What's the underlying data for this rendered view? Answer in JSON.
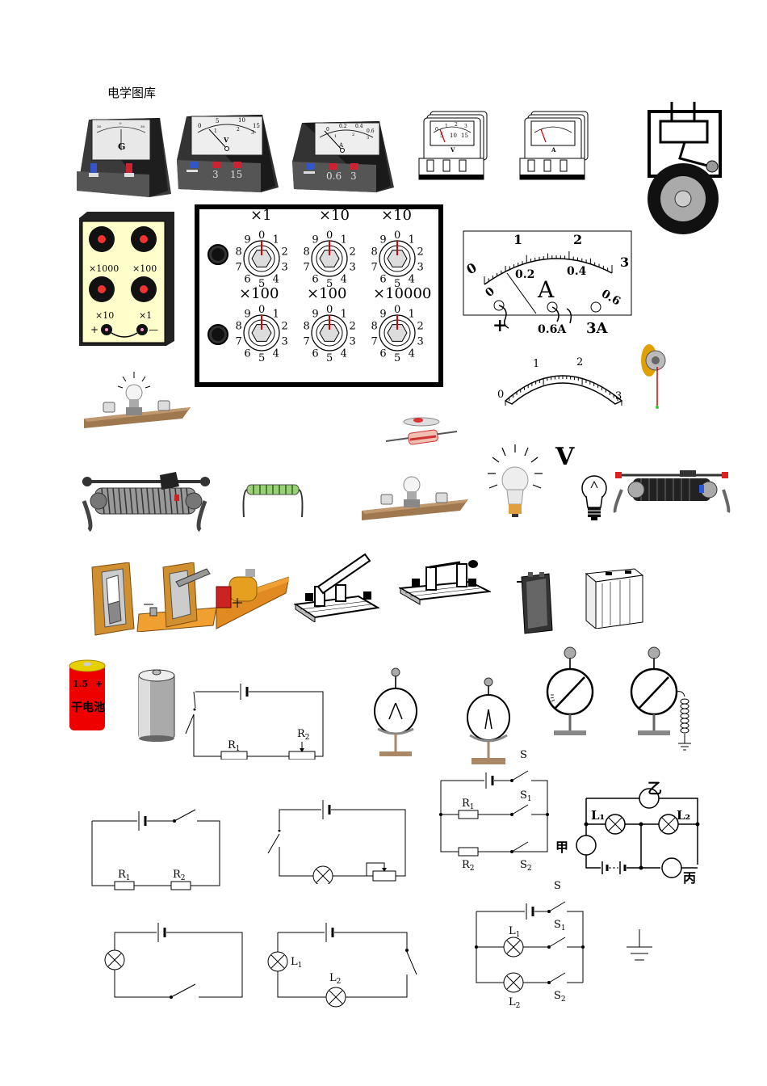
{
  "page_title": "电学图库",
  "meters": {
    "galvanometer_letter": "G",
    "galvanometer_scale": [
      "30",
      "20",
      "10",
      "0",
      "10",
      "20",
      "30"
    ],
    "voltmeter_letter": "V",
    "voltmeter_scale": [
      "0",
      "5",
      "10",
      "15"
    ],
    "voltmeter_inner_scale": [
      "1",
      "2",
      "3"
    ],
    "voltmeter_terminals": [
      "3",
      "15"
    ],
    "ammeter_letter": "A",
    "ammeter_scale": [
      "0",
      "0.2",
      "0.4",
      "0.6"
    ],
    "ammeter_inner_scale": [
      "1",
      "2",
      "3"
    ],
    "ammeter_terminals": [
      "0.6",
      "3"
    ],
    "small_voltmeter_letter": "V",
    "small_voltmeter_scale": [
      "0",
      "1",
      "2",
      "3",
      "5",
      "10",
      "15"
    ],
    "small_ammeter_letter": "A"
  },
  "resistance_box_small": {
    "labels": [
      "×1000",
      "×100",
      "×10",
      "×1"
    ],
    "terminal_plus": "+",
    "terminal_minus": "—"
  },
  "resistance_box_large": {
    "multipliers_top": [
      "×1",
      "×10",
      "×10"
    ],
    "multipliers_bottom": [
      "×100",
      "×100",
      "×10000"
    ],
    "dial_digits": [
      "0",
      "1",
      "2",
      "3",
      "4",
      "5",
      "6",
      "7",
      "8",
      "9"
    ]
  },
  "ammeter_large": {
    "letter": "A",
    "scale_top": [
      "0",
      "1",
      "2",
      "3"
    ],
    "scale_bottom": [
      "0",
      "0.2",
      "0.4",
      "0.6"
    ],
    "terminals": [
      "+",
      "0.6A",
      "3A"
    ]
  },
  "dial_scale": [
    "0",
    "1",
    "2",
    "3"
  ],
  "voltage_symbol": "V",
  "cell": {
    "label": "1.5",
    "plus": "+",
    "text": "干电池"
  },
  "circuits": {
    "r1": "R",
    "r1_sub": "1",
    "r2": "R",
    "r2_sub": "2",
    "s": "S",
    "s1": "S",
    "s1_sub": "1",
    "s2": "S",
    "s2_sub": "2",
    "l1": "L",
    "l1_sub": "1",
    "l2": "L",
    "l2_sub": "2",
    "jia": "甲",
    "yi": "乙",
    "bing": "丙",
    "l1_bold": "L₁",
    "l2_bold": "L₂"
  }
}
